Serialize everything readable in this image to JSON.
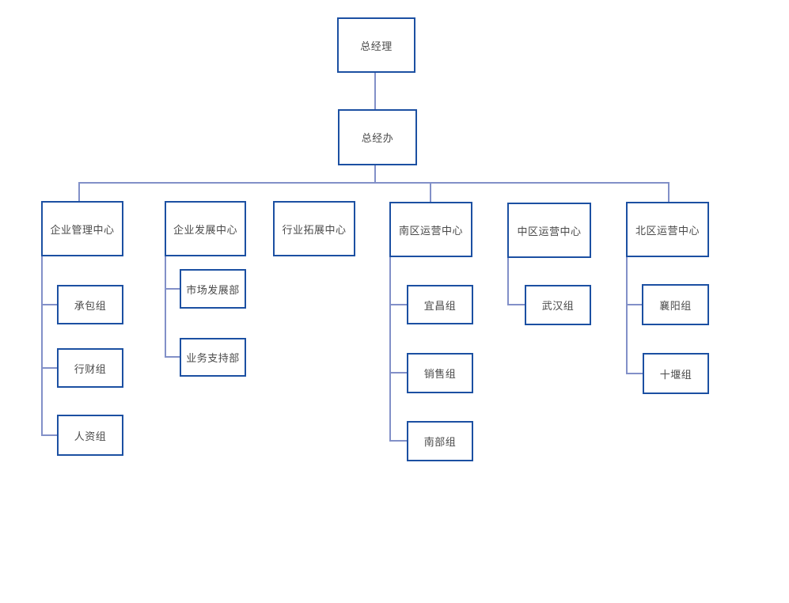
{
  "diagram": {
    "type": "org-chart",
    "background_color": "#ffffff",
    "colors": {
      "node_border": "#1c50a2",
      "node_fill": "#ffffff",
      "connector": "#8290c8",
      "text": "#4a4a4a"
    },
    "nodes": [
      {
        "id": "general-manager",
        "label": "总经理"
      },
      {
        "id": "general-manager-office",
        "label": "总经办"
      },
      {
        "id": "enterprise-management-center",
        "label": "企业管理中心"
      },
      {
        "id": "enterprise-development-center",
        "label": "企业发展中心"
      },
      {
        "id": "industry-expansion-center",
        "label": "行业拓展中心"
      },
      {
        "id": "south-operations-center",
        "label": "南区运营中心"
      },
      {
        "id": "central-operations-center",
        "label": "中区运营中心"
      },
      {
        "id": "north-operations-center",
        "label": "北区运营中心"
      },
      {
        "id": "contracting-group",
        "label": "承包组"
      },
      {
        "id": "admin-finance-group",
        "label": "行财组"
      },
      {
        "id": "hr-group",
        "label": "人资组"
      },
      {
        "id": "market-development-dept",
        "label": "市场发展部"
      },
      {
        "id": "business-support-dept",
        "label": "业务支持部"
      },
      {
        "id": "yichang-group",
        "label": "宜昌组"
      },
      {
        "id": "sales-group",
        "label": "销售组"
      },
      {
        "id": "southern-group",
        "label": "南部组"
      },
      {
        "id": "wuhan-group",
        "label": "武汉组"
      },
      {
        "id": "xiangyang-group",
        "label": "襄阳组"
      },
      {
        "id": "shiyan-group",
        "label": "十堰组"
      }
    ],
    "hierarchy": {
      "总经理": [
        "总经办"
      ],
      "总经办": [
        "企业管理中心",
        "企业发展中心",
        "行业拓展中心",
        "南区运营中心",
        "中区运营中心",
        "北区运营中心"
      ],
      "企业管理中心": [
        "承包组",
        "行财组",
        "人资组"
      ],
      "企业发展中心": [
        "市场发展部",
        "业务支持部"
      ],
      "南区运营中心": [
        "宜昌组",
        "销售组",
        "南部组"
      ],
      "中区运营中心": [
        "武汉组"
      ],
      "北区运营中心": [
        "襄阳组",
        "十堰组"
      ]
    }
  }
}
